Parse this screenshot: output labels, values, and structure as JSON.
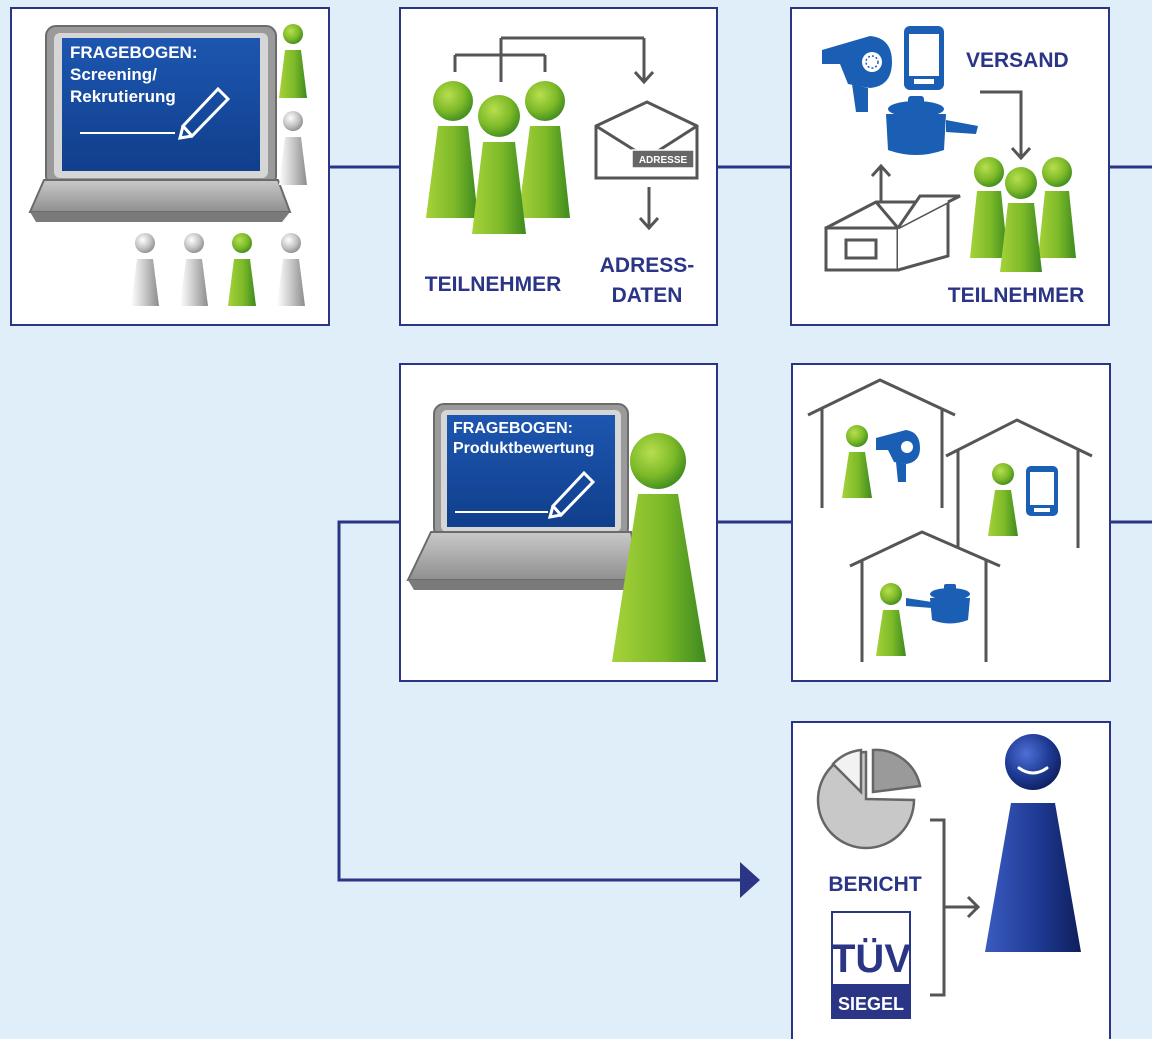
{
  "colors": {
    "background": "#dfeef9",
    "panel_border": "#2b3585",
    "connector": "#2b3585",
    "label_blue": "#2b3585",
    "green_light": "#a6d23a",
    "green_dark": "#3d8a1f",
    "gray_light": "#ffffff",
    "gray_dark": "#8c8c8c",
    "screen_blue": "#16499e",
    "device_blue": "#1a5fb4",
    "arrow_gray": "#555555"
  },
  "panel1": {
    "screen_title": "FRAGEBOGEN:",
    "screen_line2": "Screening/",
    "screen_line3": "Rekrutierung"
  },
  "panel2": {
    "participants_label": "TEILNEHMER",
    "address_label_line1": "ADRESS-",
    "address_label_line2": "DATEN",
    "envelope_stamp": "ADRESSE"
  },
  "panel3": {
    "shipping_label": "VERSAND",
    "participants_label": "TEILNEHMER"
  },
  "panel4": {
    "screen_title": "FRAGEBOGEN:",
    "screen_line2": "Produktbewertung"
  },
  "panel6": {
    "report_label": "BERICHT",
    "seal_logo": "TÜV",
    "seal_label": "SIEGEL"
  }
}
